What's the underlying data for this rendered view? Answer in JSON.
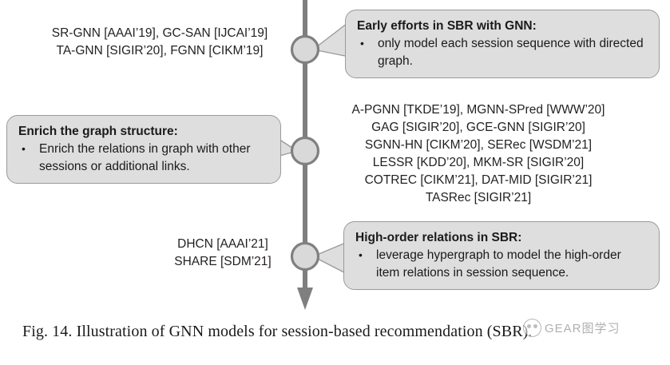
{
  "figure": {
    "caption": "Fig. 14.  Illustration of GNN models for session-based recommendation (SBR).",
    "watermark": "GEAR图学习",
    "colors": {
      "bubble_fill": "#dedede",
      "bubble_stroke": "#9a9a9a",
      "timeline": "#7f7f7f",
      "node_fill": "#d9d9d9",
      "node_stroke": "#808080",
      "text": "#231f20"
    }
  },
  "timeline": {
    "nodes": [
      {
        "id": "node-early",
        "label": "Early efforts node"
      },
      {
        "id": "node-enrich",
        "label": "Enrich graph structure node"
      },
      {
        "id": "node-highorder",
        "label": "High-order relations node"
      }
    ]
  },
  "labels": {
    "top": [
      "SR-GNN [AAAI’19], GC-SAN [IJCAI’19]",
      "TA-GNN [SIGIR’20], FGNN [CIKM’19]"
    ],
    "middle": [
      "A-PGNN [TKDE’19], MGNN-SPred [WWW’20]",
      "GAG [SIGIR’20], GCE-GNN [SIGIR’20]",
      "SGNN-HN [CIKM’20], SERec [WSDM’21]",
      "LESSR [KDD’20], MKM-SR [SIGIR’20]",
      "COTREC [CIKM’21], DAT-MID [SIGIR’21]",
      "TASRec [SIGIR’21]"
    ],
    "bottom": [
      "DHCN [AAAI’21]",
      "SHARE [SDM’21]"
    ]
  },
  "callouts": {
    "top": {
      "title": "Early efforts in SBR with GNN:",
      "bullet": "•",
      "text": "only model each session sequence with directed graph."
    },
    "middle": {
      "title": "Enrich the graph structure:",
      "bullet": "•",
      "text": "Enrich the relations in graph with other sessions or additional links."
    },
    "bottom": {
      "title": "High-order relations in SBR:",
      "bullet": "•",
      "text": "leverage hypergraph to model the high-order item relations in session sequence."
    }
  }
}
